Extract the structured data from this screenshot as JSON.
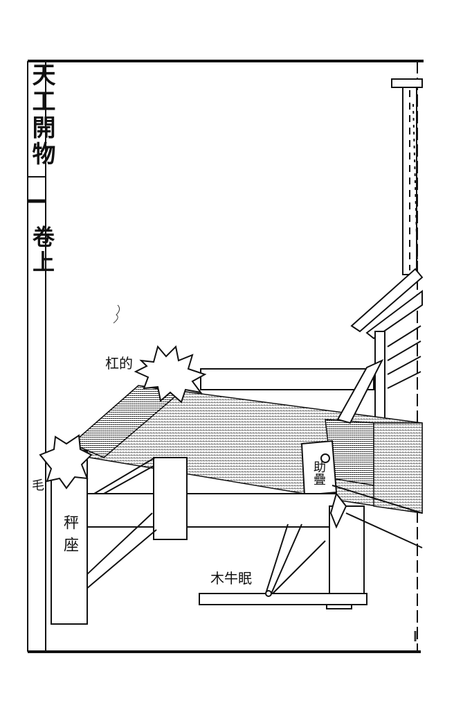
{
  "book": {
    "title": "天工開物",
    "volume": "卷上",
    "page_mark": "毛"
  },
  "illustration": {
    "labels": {
      "gangdi": "杠的",
      "zhudie": "助疊",
      "chengzuo": "秤座",
      "muniu": "木牛眠"
    }
  },
  "colors": {
    "ink": "#111111",
    "paper": "#ffffff"
  }
}
